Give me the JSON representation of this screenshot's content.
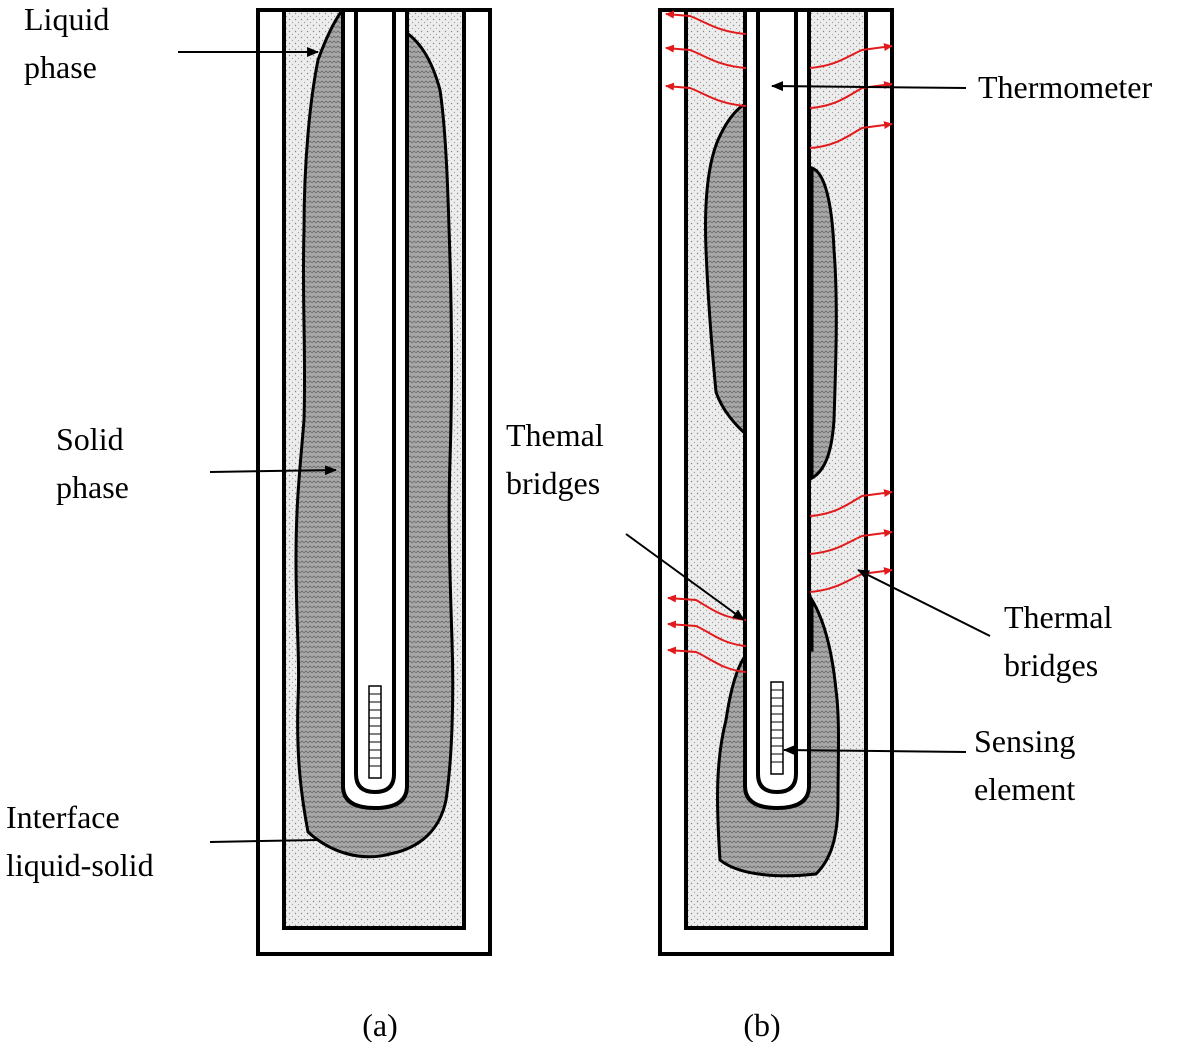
{
  "labels": {
    "liquid_phase_l1": "Liquid",
    "liquid_phase_l2": "phase",
    "solid_phase_l1": "Solid",
    "solid_phase_l2": "phase",
    "interface_l1": "Interface",
    "interface_l2": "liquid-solid",
    "thermometer": "Thermometer",
    "thermal_bridges_left_l1": "Themal",
    "thermal_bridges_left_l2": "bridges",
    "thermal_bridges_right_l1": "Thermal",
    "thermal_bridges_right_l2": "bridges",
    "sensing_l1": "Sensing",
    "sensing_l2": "element"
  },
  "captions": {
    "a": "(a)",
    "b": "(b)"
  },
  "colors": {
    "ink": "#000000",
    "liquid_fill": "#e8e8e8",
    "solid_fill": "#9a9a9a",
    "heat_arrow": "#e31a1c",
    "background": "#ffffff"
  }
}
